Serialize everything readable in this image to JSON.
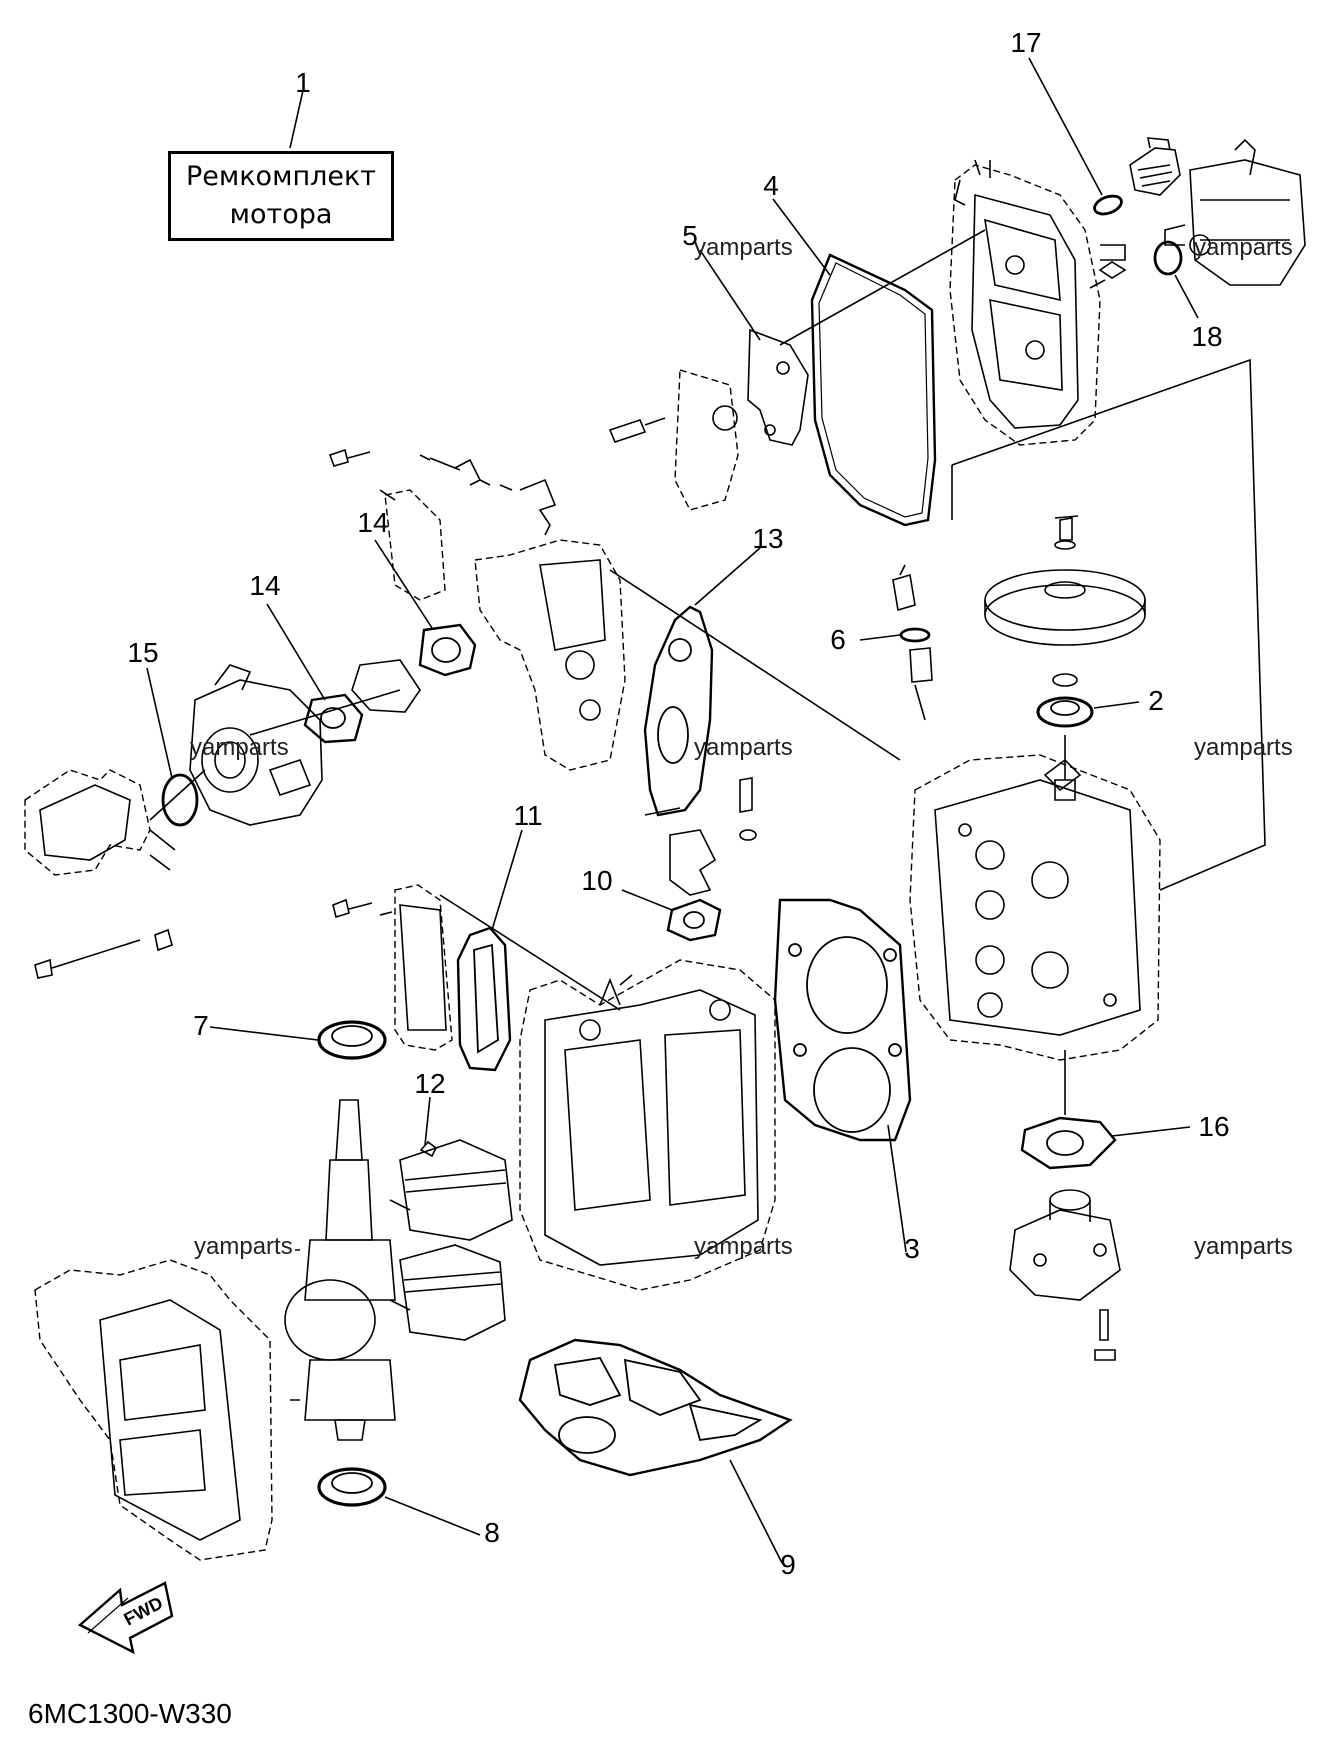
{
  "kit_label": {
    "line1": "Ремкомплект",
    "line2": "мотора"
  },
  "callouts": [
    "1",
    "2",
    "3",
    "4",
    "5",
    "6",
    "7",
    "8",
    "9",
    "10",
    "11",
    "12",
    "13",
    "14",
    "14",
    "15",
    "16",
    "17",
    "18"
  ],
  "watermarks": [
    "yamparts",
    "yamparts",
    "yamparts",
    "yamparts",
    "yamparts",
    "yamparts",
    "yamparts",
    "yamparts"
  ],
  "diagram_code": "6MC1300-W330",
  "fwd_label": "FWD"
}
